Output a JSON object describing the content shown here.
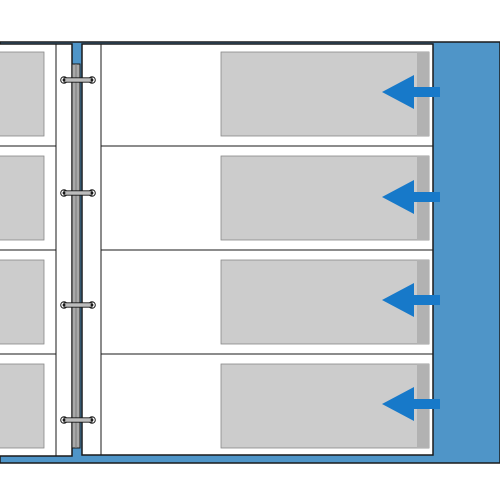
{
  "diagram": {
    "colors": {
      "background": "#ffffff",
      "binder_cover": "#4f95c8",
      "outline": "#1a1a1a",
      "page": "#ffffff",
      "photo": "#cccccc",
      "photo_shadow": "#b2b2b2",
      "spine": "#a9a9a9",
      "ring": "#bdbdbd",
      "arrow": "#1779c9"
    },
    "pocket_count": 4,
    "ring_count": 4,
    "arrow_direction": "left",
    "icons": {
      "arrow": "arrow-left-icon",
      "ring": "binder-ring-icon"
    }
  }
}
